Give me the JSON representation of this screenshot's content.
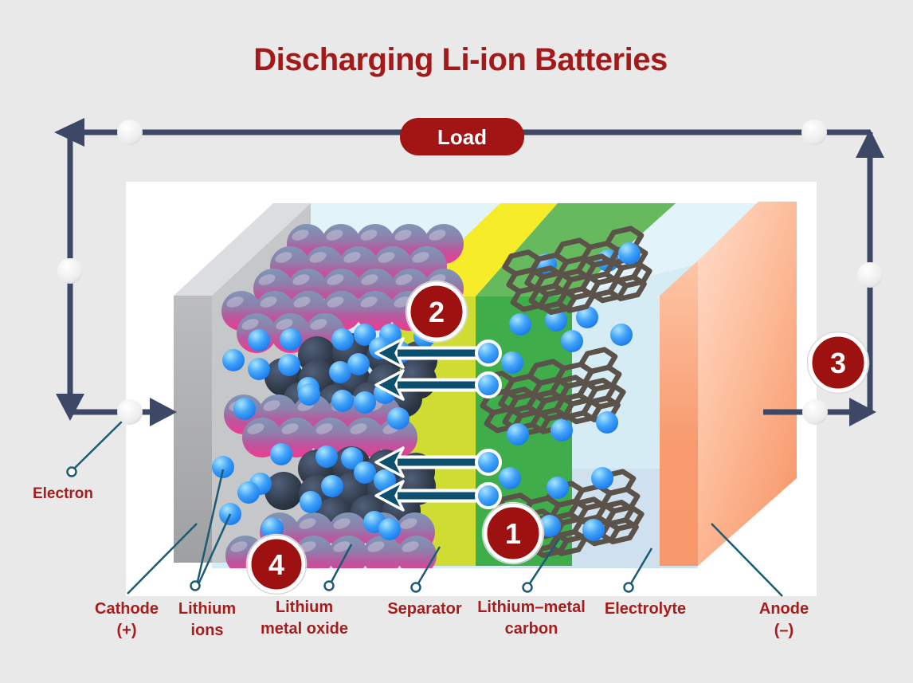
{
  "title": "Discharging Li-ion Batteries",
  "circuit": {
    "load_label": "Load",
    "electron_label": "Electron"
  },
  "steps": {
    "s1": "1",
    "s2": "2",
    "s3": "3",
    "s4": "4"
  },
  "labels": {
    "cathode": [
      "Cathode",
      "(+)"
    ],
    "lithium_ions": [
      "Lithium",
      "ions"
    ],
    "lithium_metal_oxide": [
      "Lithium",
      "metal oxide"
    ],
    "separator": [
      "Separator"
    ],
    "lithium_metal_carbon": [
      "Lithium–metal",
      "carbon"
    ],
    "electrolyte": [
      "Electrolyte"
    ],
    "anode": [
      "Anode",
      "(–)"
    ]
  },
  "colors": {
    "accent_red": "#a41a1a",
    "label_red": "#a51e1e",
    "badge_red": "#a31414",
    "step_circle_red": "#9e1111",
    "wire_navy": "#3d4766",
    "arrow_teal": "#0d4f6e",
    "leader_teal": "#1c5b76",
    "separator_top_yellow": "#f6ec2a",
    "separator_front_yellow": "#cfdd32",
    "carbon_green": "#3fae4a",
    "electrolyte_blue": "#d5ecf5",
    "anode_salmon": "#f89a6e",
    "cathode_gray": "#a9aaac",
    "lithium_ion_blue": "#1e88f7",
    "oxide_pink": "#ef3b92",
    "background_gray": "#e9e9e9",
    "panel_white": "#ffffff"
  }
}
